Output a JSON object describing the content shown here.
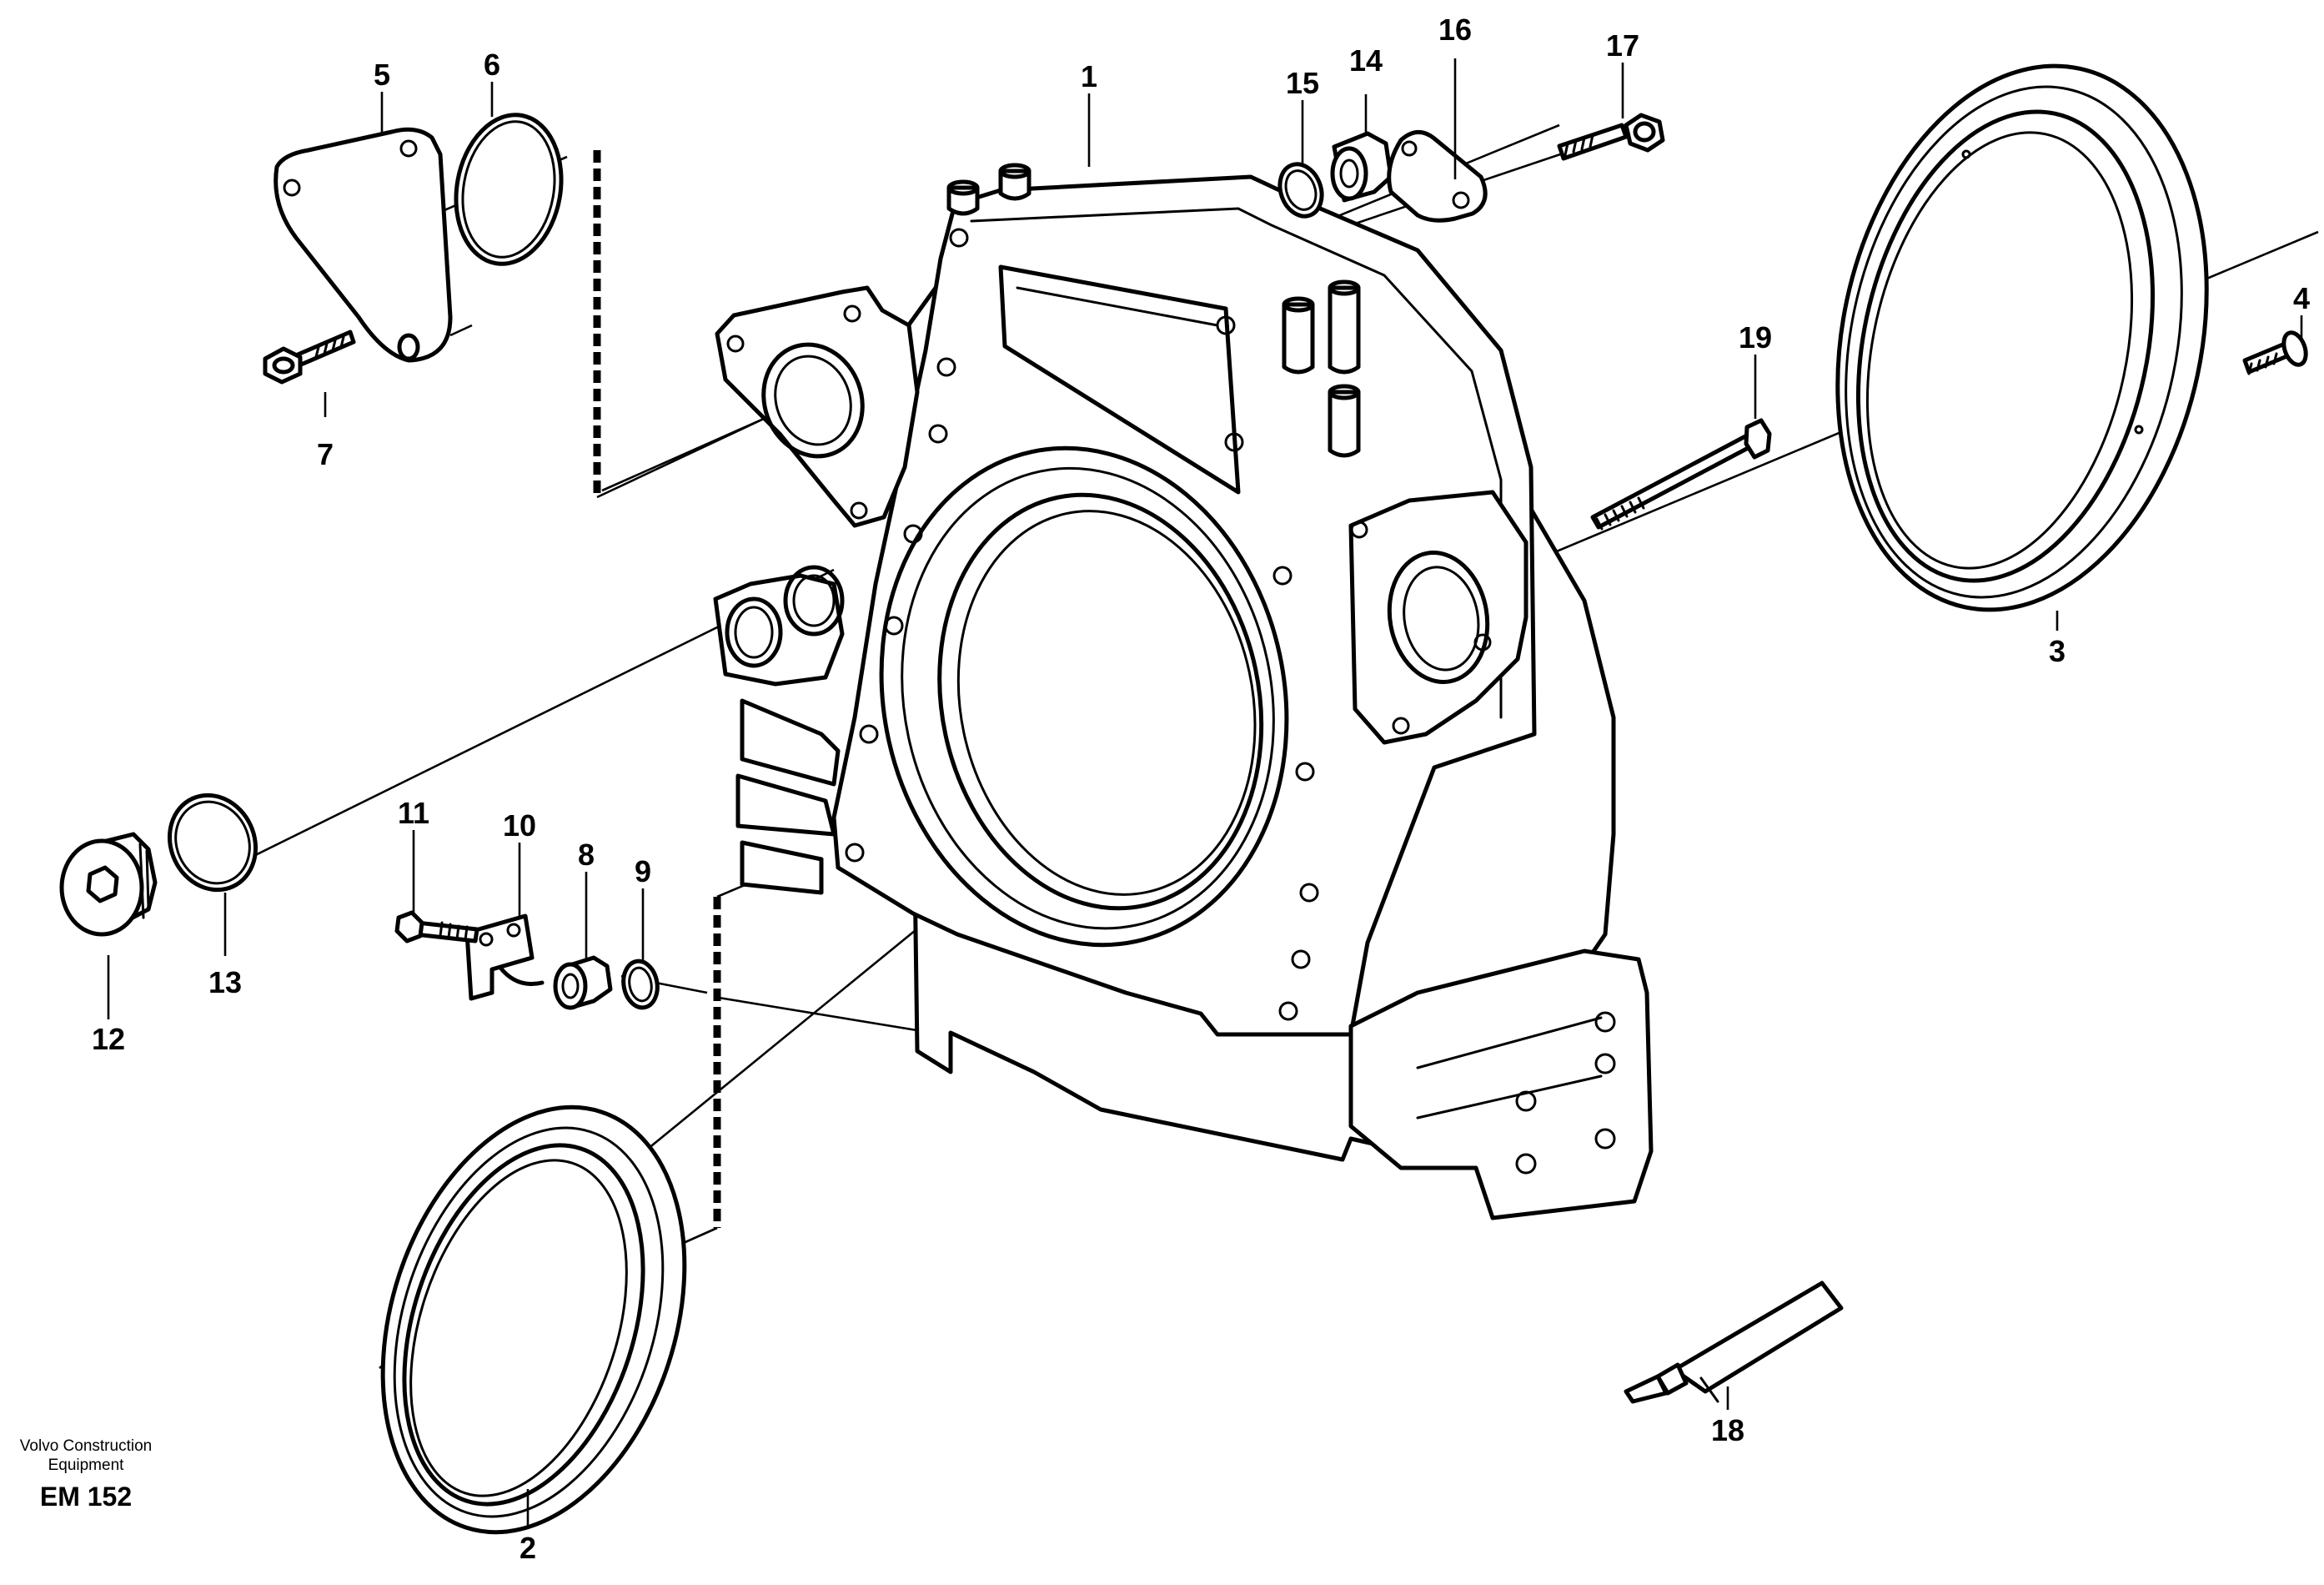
{
  "diagram": {
    "callouts": [
      "1",
      "2",
      "3",
      "4",
      "5",
      "6",
      "7",
      "8",
      "9",
      "10",
      "11",
      "12",
      "13",
      "14",
      "15",
      "16",
      "17",
      "18",
      "19"
    ]
  },
  "footer": {
    "brand_line1": "Volvo Construction",
    "brand_line2": "Equipment",
    "code": "EM 152"
  },
  "colors": {
    "line": "#000000",
    "background": "#ffffff"
  }
}
